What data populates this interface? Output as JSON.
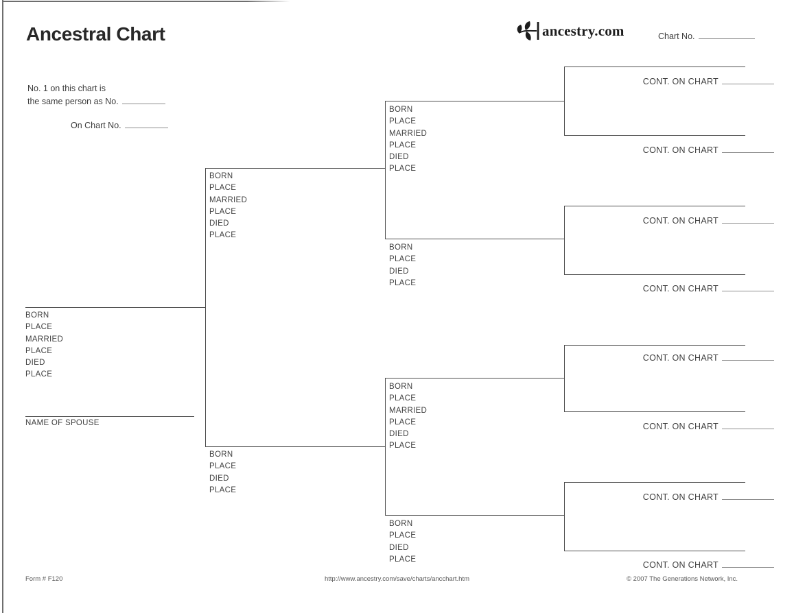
{
  "header": {
    "title": "Ancestral Chart",
    "logo_text": "ancestry.com",
    "chart_no_label": "Chart No."
  },
  "note": {
    "line1": "No. 1 on this chart is",
    "line2": "the same person as No.",
    "line3": "On Chart No."
  },
  "labels": {
    "full": [
      "BORN",
      "PLACE",
      "MARRIED",
      "PLACE",
      "DIED",
      "PLACE"
    ],
    "short": [
      "BORN",
      "PLACE",
      "DIED",
      "PLACE"
    ],
    "spouse": "NAME OF SPOUSE",
    "cont_on_chart": "CONT. ON CHART"
  },
  "footer": {
    "form_number": "Form # F120",
    "url": "http://www.ancestry.com/save/charts/ancchart.htm",
    "copyright": "© 2007 The Generations Network, Inc."
  },
  "colors": {
    "line": "#4e4e4e",
    "text": "#414141",
    "ink": "#1d1d1d"
  }
}
